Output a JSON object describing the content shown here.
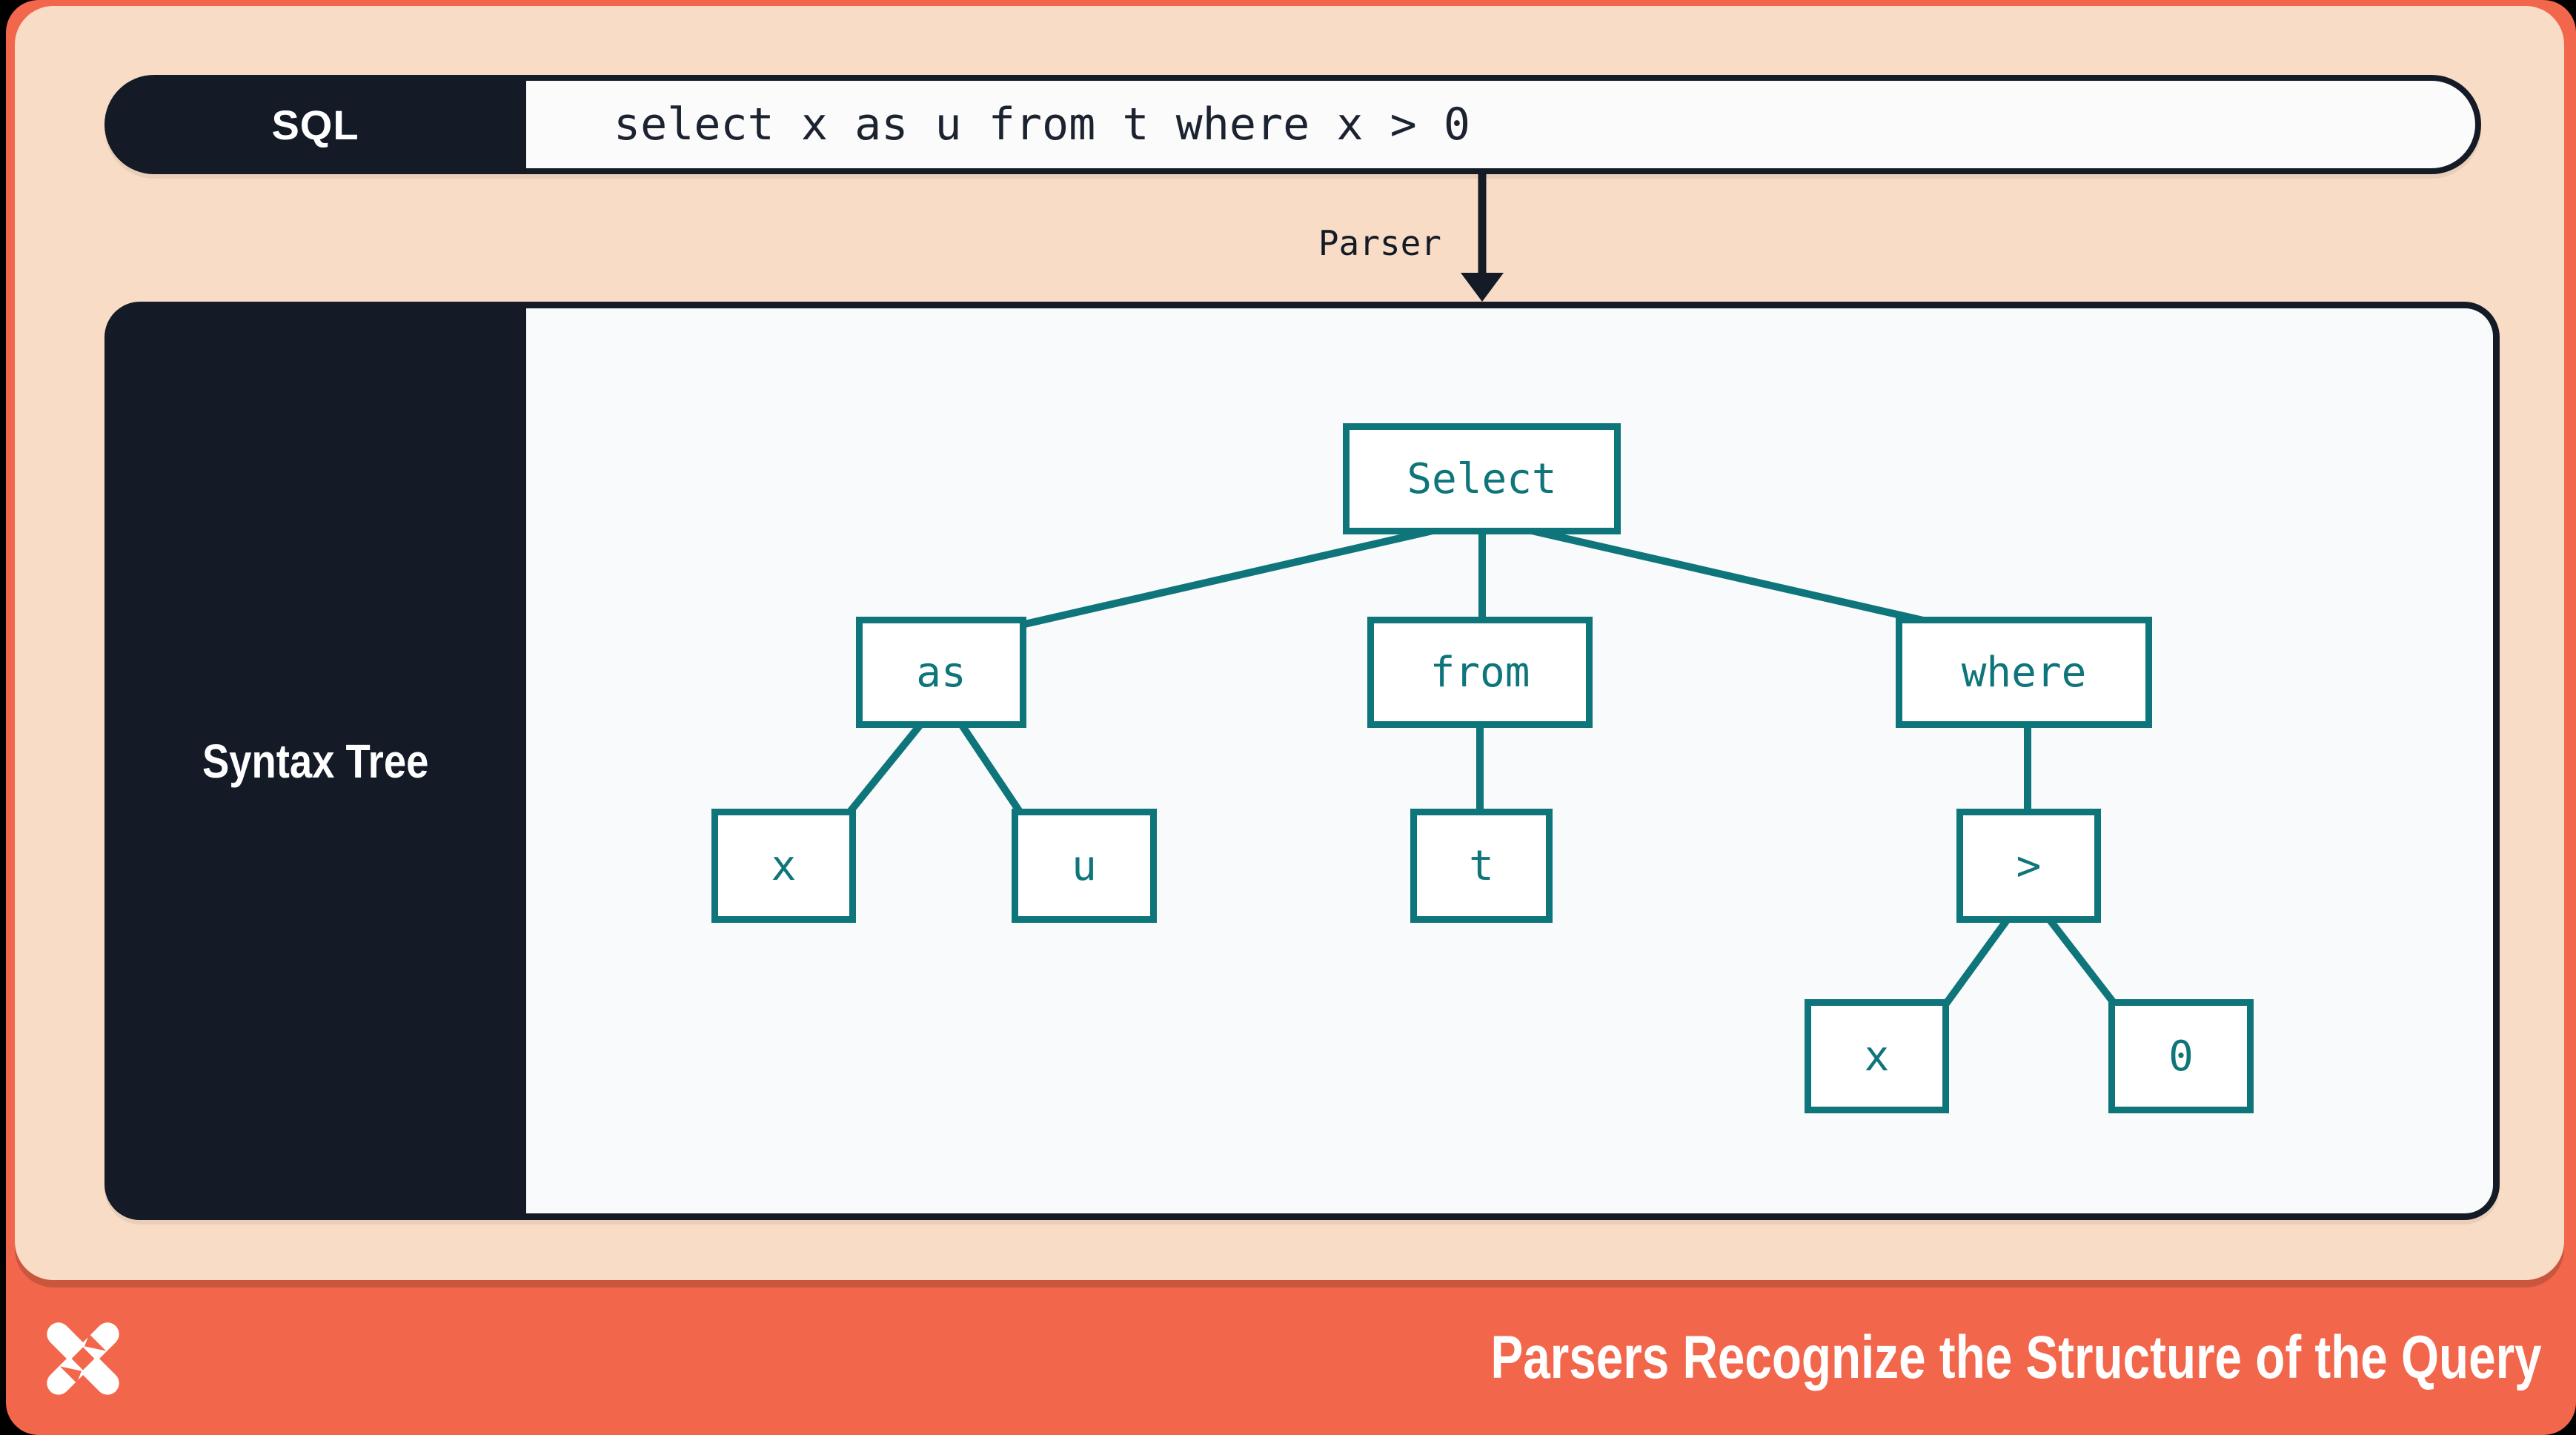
{
  "colors": {
    "background": "#000000",
    "accent_orange": "#F2674B",
    "peach": "#F8DCC5",
    "navy": "#141B27",
    "panel_white": "#F9FAFB",
    "teal": "#0E757A"
  },
  "sql_bar": {
    "label": "SQL",
    "code": "select x as u from t where x > 0"
  },
  "parser": {
    "label": "Parser",
    "arrow_icon": "down-arrow-icon"
  },
  "tree_panel": {
    "label": "Syntax Tree",
    "nodes": [
      {
        "id": "select",
        "label": "Select"
      },
      {
        "id": "as",
        "label": "as"
      },
      {
        "id": "from",
        "label": "from"
      },
      {
        "id": "where",
        "label": "where"
      },
      {
        "id": "x-alias",
        "label": "x"
      },
      {
        "id": "u",
        "label": "u"
      },
      {
        "id": "t",
        "label": "t"
      },
      {
        "id": "gt",
        "label": ">"
      },
      {
        "id": "x-cond",
        "label": "x"
      },
      {
        "id": "zero",
        "label": "0"
      }
    ],
    "edges": [
      [
        "select",
        "as"
      ],
      [
        "select",
        "from"
      ],
      [
        "select",
        "where"
      ],
      [
        "as",
        "x-alias"
      ],
      [
        "as",
        "u"
      ],
      [
        "from",
        "t"
      ],
      [
        "where",
        "gt"
      ],
      [
        "gt",
        "x-cond"
      ],
      [
        "gt",
        "zero"
      ]
    ]
  },
  "footer": {
    "caption": "Parsers Recognize the Structure of the Query",
    "logo": "pinwheel-x-logo"
  }
}
